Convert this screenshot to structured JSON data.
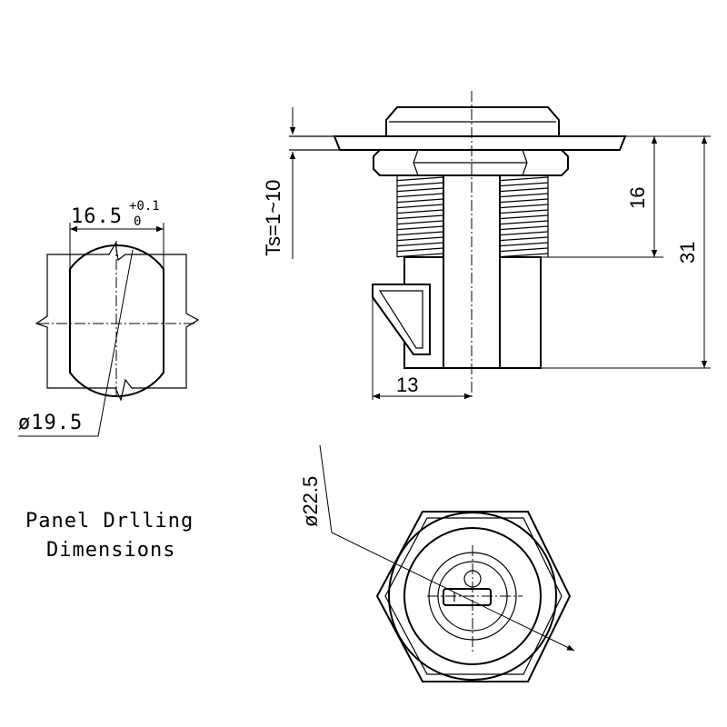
{
  "panel_cutout": {
    "width_nominal": "16.5",
    "tol_upper": "+0.1",
    "tol_lower": "0",
    "diameter": "ø19.5"
  },
  "side_view": {
    "thickness_label": "Ts=1~10",
    "thread_length": "16",
    "total_length": "31",
    "cam_offset": "13"
  },
  "front_view": {
    "diameter": "ø22.5"
  },
  "caption": {
    "line1": "Panel Drlling",
    "line2": "Dimensions"
  }
}
